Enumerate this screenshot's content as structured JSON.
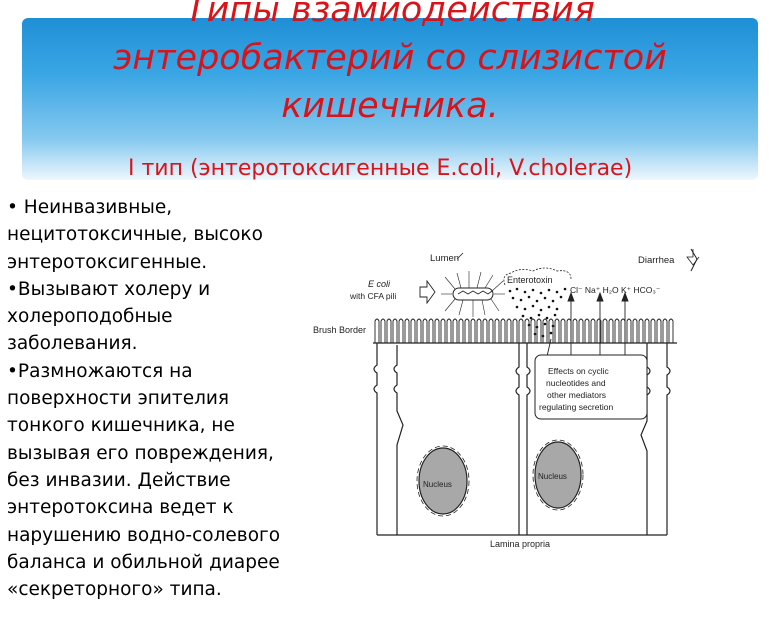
{
  "slide": {
    "title_lines": [
      "Типы взамиодействия",
      "энтеробактерий со слизистой",
      "кишечника."
    ],
    "subtitle": "I тип (энтеротоксигенные E.coli, V.cholerae)",
    "body_lines": [
      "•    Неинвазивные,",
      "нецитотоксичные, высоко",
      "энтеротоксигенные.",
      "•Вызывают холеру и",
      "холероподобные",
      "заболевания.",
      "•Размножаются на",
      "поверхности эпителия",
      "тонкого кишечника, не",
      "вызывая его повреждения,",
      "без инвазии. Действие",
      "энтеротоксина ведет к",
      "нарушению водно-солевого",
      "баланса и обильной диарее",
      "«секреторного» типа."
    ]
  },
  "figure": {
    "lumen": "Lumen",
    "diarrhea": "Diarrhea",
    "enterotoxin": "Enterotoxin",
    "ecoli": "E coli",
    "cfa": "with CFA pili",
    "ions": "Cl⁻  Na⁺  H₂O  K⁺  HCO₃⁻",
    "brush_border": "Brush Border",
    "effects_1": "Effects on cyclic",
    "effects_2": "nucleotides and",
    "effects_3": "other mediators",
    "effects_4": "regulating secretion",
    "nucleus_left": "Nucleus",
    "nucleus_right": "Nucleus",
    "lamina": "Lamina propria"
  }
}
